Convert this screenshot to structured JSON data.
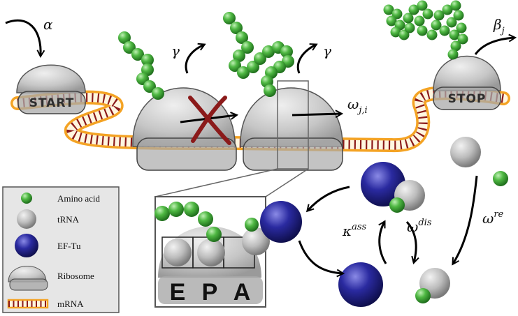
{
  "labels": {
    "start": "START",
    "stop": "STOP",
    "alpha": "α",
    "beta": "β",
    "beta_sub": "j",
    "gamma_1": "γ",
    "gamma_2": "γ",
    "omega_ji": "ω",
    "omega_ji_sub": "j,i",
    "kappa": "κ",
    "kappa_sup": "ass",
    "omega_dis": "ω",
    "omega_dis_sup": "dis",
    "omega_re": "ω",
    "omega_re_sup": "re"
  },
  "sites": {
    "e": "E",
    "p": "P",
    "a": "A"
  },
  "legend": {
    "items": [
      {
        "label": "Amino acid",
        "icon": "amino-acid-icon"
      },
      {
        "label": "tRNA",
        "icon": "trna-icon"
      },
      {
        "label": "EF-Tu",
        "icon": "ef-tu-icon"
      },
      {
        "label": "Ribosome",
        "icon": "ribosome-icon"
      },
      {
        "label": "mRNA",
        "icon": "mrna-icon"
      }
    ]
  },
  "colors": {
    "amino_acid": "#3fae3a",
    "trna": "#b4b4b4",
    "ef_tu": "#1e1e8c",
    "ribosome": "#c4c4c4",
    "mrna_band": "#f4a324",
    "mrna_bars": "#8b1a1a",
    "block_cross": "#8b1a1a"
  }
}
